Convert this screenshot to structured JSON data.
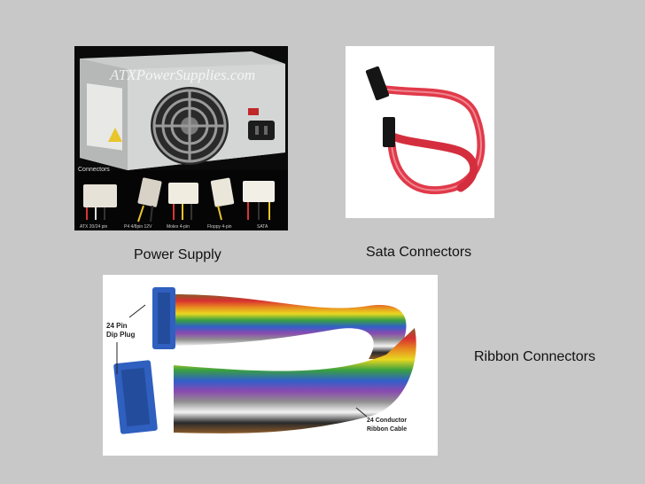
{
  "psu": {
    "watermark": "ATXPowerSupplies.com",
    "connectors_label": "Connectors",
    "connector_labels": [
      "ATX 20/24 pin",
      "P4 4/8pin 12V",
      "Molex 4-pin",
      "Floppy 4-pin",
      "SATA"
    ]
  },
  "captions": {
    "power_supply": "Power Supply",
    "sata": "Sata Connectors",
    "ribbon": "Ribbon Connectors"
  },
  "ribbon_photo": {
    "plug_label_line1": "24 Pin",
    "plug_label_line2": "Dip Plug",
    "cable_label_line1": "24 Conductor",
    "cable_label_line2": "Ribbon Cable"
  },
  "colors": {
    "background": "#c8c8c8",
    "sata_cable": "#e03a4a",
    "ribbon_plug": "#2f5fbf"
  }
}
